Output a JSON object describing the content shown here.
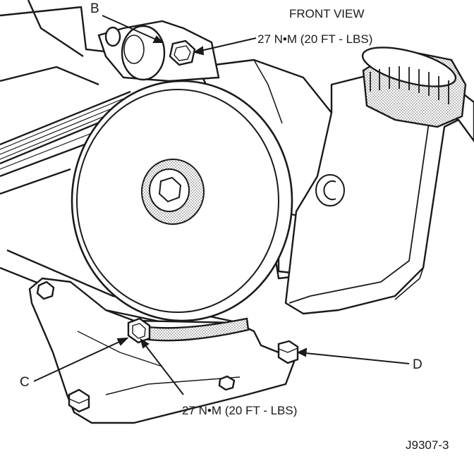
{
  "view_title": "FRONT VIEW",
  "callouts": {
    "b": "B",
    "c": "C",
    "d": "D"
  },
  "torque_top": "27 N•M (20 FT - LBS)",
  "torque_bottom": "27 N•M (20 FT - LBS)",
  "figure_id": "J9307-3"
}
